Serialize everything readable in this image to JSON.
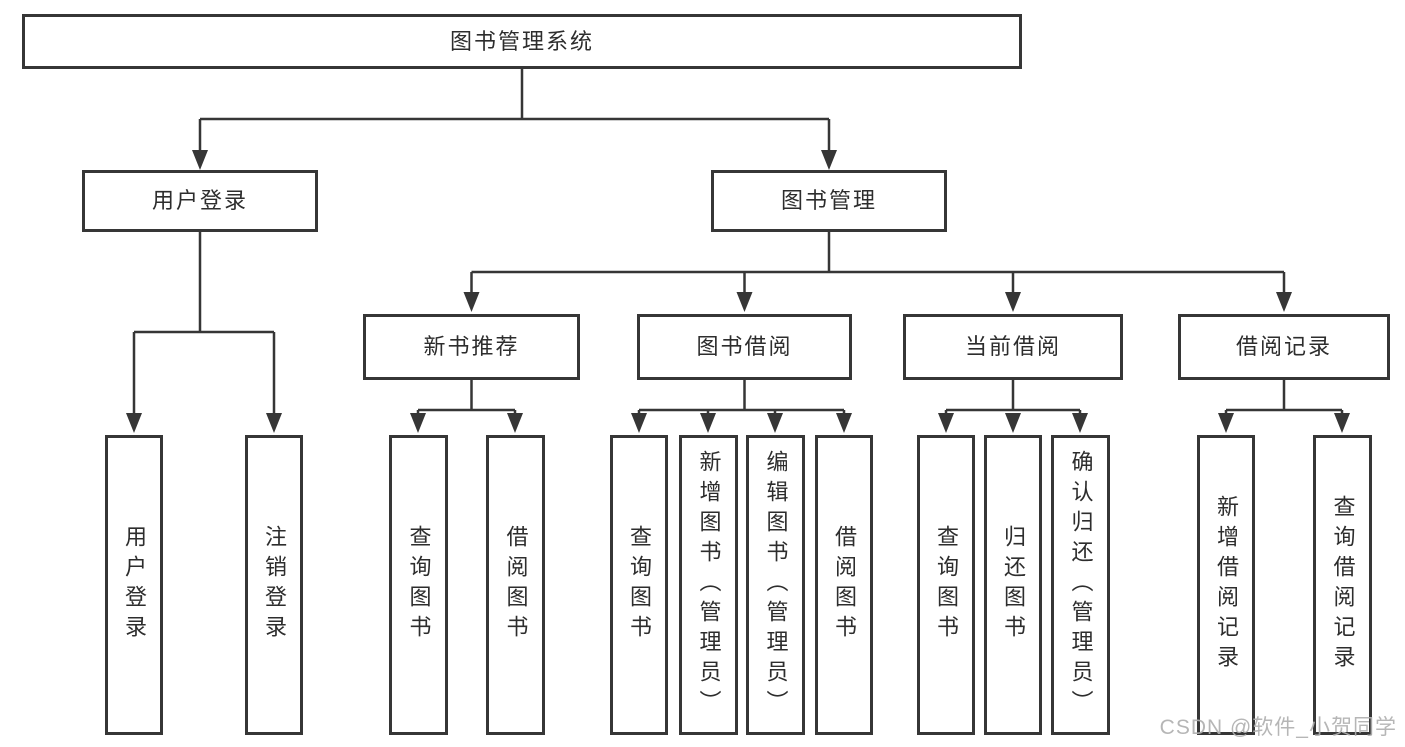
{
  "tree": {
    "label": "图书管理系统",
    "children": [
      {
        "label": "用户登录",
        "children": [
          {
            "label": "用户登录"
          },
          {
            "label": "注销登录"
          }
        ]
      },
      {
        "label": "图书管理",
        "children": [
          {
            "label": "新书推荐",
            "children": [
              {
                "label": "查询图书"
              },
              {
                "label": "借阅图书"
              }
            ]
          },
          {
            "label": "图书借阅",
            "children": [
              {
                "label": "查询图书"
              },
              {
                "label": "新增图书（管理员）"
              },
              {
                "label": "编辑图书（管理员）"
              },
              {
                "label": "借阅图书"
              }
            ]
          },
          {
            "label": "当前借阅",
            "children": [
              {
                "label": "查询图书"
              },
              {
                "label": "归还图书"
              },
              {
                "label": "确认归还（管理员）"
              }
            ]
          },
          {
            "label": "借阅记录",
            "children": [
              {
                "label": "新增借阅记录"
              },
              {
                "label": "查询借阅记录"
              }
            ]
          }
        ]
      }
    ]
  },
  "watermark": {
    "text": "CSDN @软件_小贺同学"
  },
  "colors": {
    "line": "#363636",
    "box_border": "#363636",
    "text": "#2d2d2d",
    "watermark": "#b0b0b0",
    "background": "#ffffff"
  }
}
